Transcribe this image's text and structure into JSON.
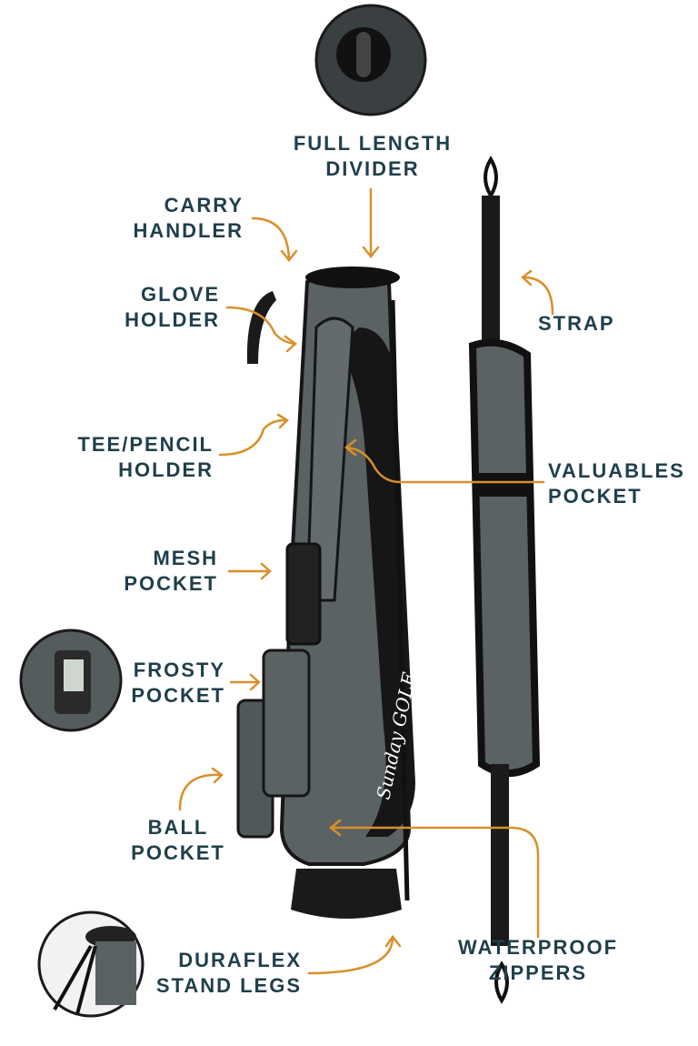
{
  "brand": "Sunday GOLF",
  "colors": {
    "text": "#1f3f4a",
    "arrow": "#d98f2b",
    "bag_gray": "#5b6264",
    "bag_black": "#161616"
  },
  "labels": {
    "full_length_divider": [
      "FULL LENGTH",
      "DIVIDER"
    ],
    "carry_handler": [
      "CARRY",
      "HANDLER"
    ],
    "glove_holder": [
      "GLOVE",
      "HOLDER"
    ],
    "tee_pencil_holder": [
      "TEE/PENCIL",
      "HOLDER"
    ],
    "mesh_pocket": [
      "MESH",
      "POCKET"
    ],
    "frosty_pocket": [
      "FROSTY",
      "POCKET"
    ],
    "ball_pocket": [
      "BALL",
      "POCKET"
    ],
    "duraflex_stand_legs": [
      "DURAFLEX",
      "STAND LEGS"
    ],
    "strap": [
      "STRAP"
    ],
    "valuables_pocket": [
      "VALUABLES",
      "POCKET"
    ],
    "waterproof_zippers": [
      "WATERPROOF",
      "ZIPPERS"
    ]
  }
}
